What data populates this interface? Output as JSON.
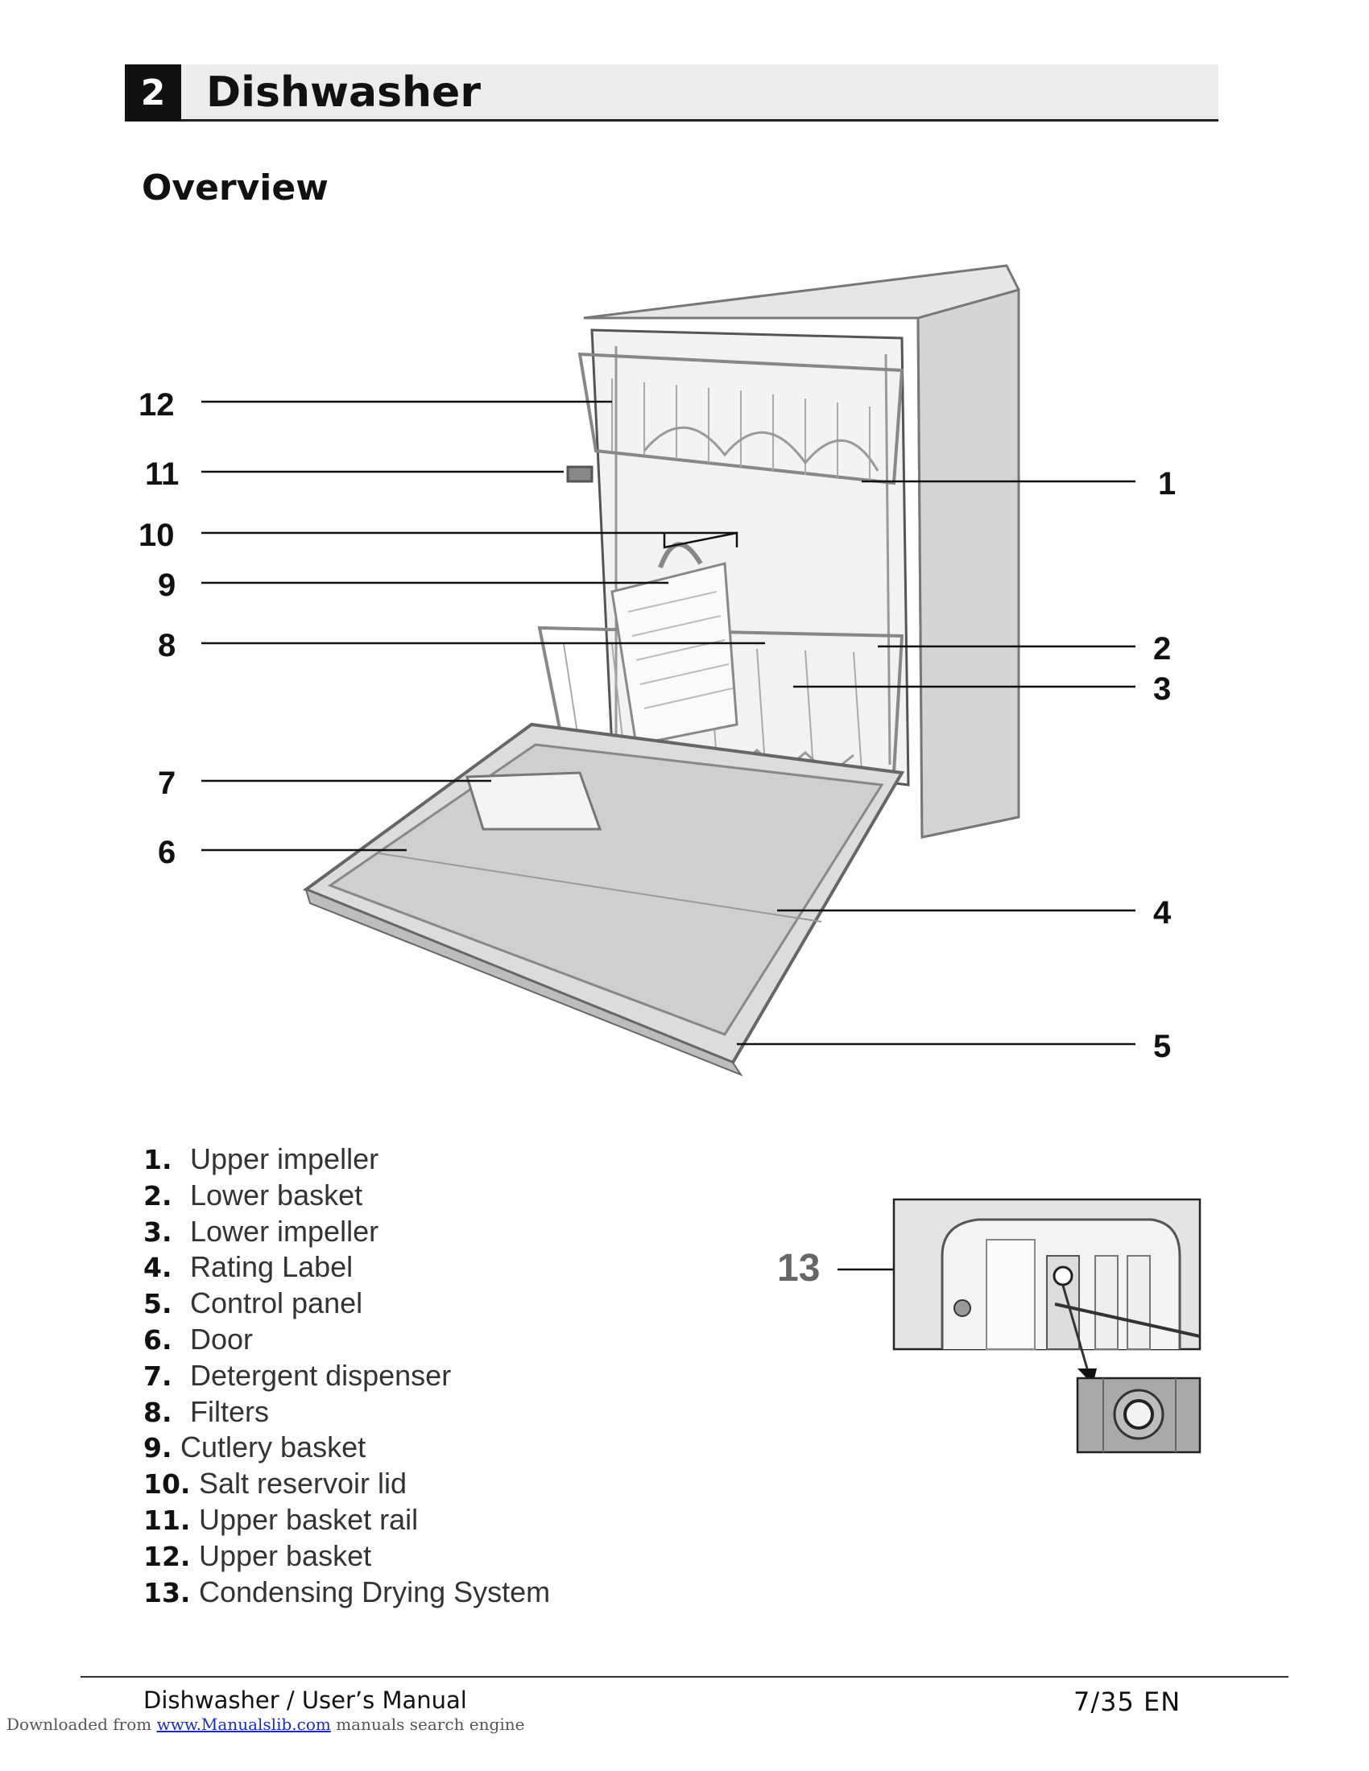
{
  "header": {
    "chapter_number": "2",
    "chapter_title": "Dishwasher"
  },
  "section_title": "Overview",
  "callouts": [
    "12",
    "11",
    "10",
    "9",
    "8",
    "7",
    "6",
    "1",
    "2",
    "3",
    "4",
    "5"
  ],
  "legend": [
    {
      "num": "1.",
      "text": "Upper impeller"
    },
    {
      "num": "2.",
      "text": "Lower basket"
    },
    {
      "num": "3.",
      "text": "Lower impeller"
    },
    {
      "num": "4.",
      "text": "Rating Label"
    },
    {
      "num": "5.",
      "text": "Control panel"
    },
    {
      "num": "6.",
      "text": "Door"
    },
    {
      "num": "7.",
      "text": "Detergent dispenser"
    },
    {
      "num": "8.",
      "text": "Filters"
    },
    {
      "num": "9.",
      "text": "Cutlery basket"
    },
    {
      "num": "10.",
      "text": "Salt reservoir lid"
    },
    {
      "num": "11.",
      "text": "Upper basket rail"
    },
    {
      "num": "12.",
      "text": "Upper basket"
    },
    {
      "num": "13.",
      "text": "Condensing Drying System"
    }
  ],
  "inset_callout": "13",
  "footer": {
    "manual_title": "Dishwasher / User’s Manual",
    "page": "7/35",
    "language": "EN"
  },
  "download_note": {
    "prefix": "Downloaded from",
    "link": "www.Manualslib.com",
    "suffix": "manuals search engine"
  }
}
